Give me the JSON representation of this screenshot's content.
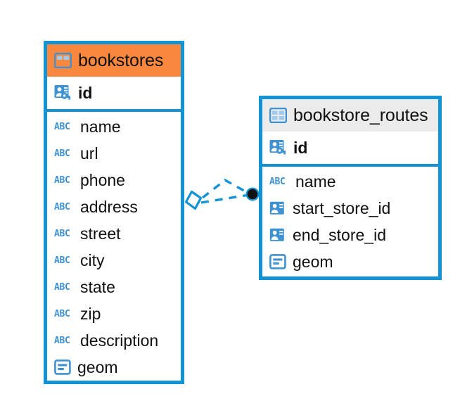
{
  "diagram": {
    "type": "entity-relationship-diagram",
    "background": "#ffffff",
    "accent_color": "#1393d4",
    "highlight_color": "#f9883e",
    "neutral_header_color": "#ebebeb"
  },
  "tables": [
    {
      "name": "bookstores",
      "header_style": "accent",
      "table_icon": "table-icon",
      "primary_keys": [
        {
          "label": "id",
          "icon": "primary-key-icon",
          "type": "pk"
        }
      ],
      "fields": [
        {
          "label": "name",
          "icon": "abc-text-icon",
          "type": "text"
        },
        {
          "label": "url",
          "icon": "abc-text-icon",
          "type": "text"
        },
        {
          "label": "phone",
          "icon": "abc-text-icon",
          "type": "text"
        },
        {
          "label": "address",
          "icon": "abc-text-icon",
          "type": "text"
        },
        {
          "label": "street",
          "icon": "abc-text-icon",
          "type": "text"
        },
        {
          "label": "city",
          "icon": "abc-text-icon",
          "type": "text"
        },
        {
          "label": "state",
          "icon": "abc-text-icon",
          "type": "text"
        },
        {
          "label": "zip",
          "icon": "abc-text-icon",
          "type": "text"
        },
        {
          "label": "description",
          "icon": "abc-text-icon",
          "type": "text"
        },
        {
          "label": "geom",
          "icon": "geometry-icon",
          "type": "geometry"
        }
      ]
    },
    {
      "name": "bookstore_routes",
      "header_style": "neutral",
      "table_icon": "table-icon",
      "primary_keys": [
        {
          "label": "id",
          "icon": "primary-key-icon",
          "type": "pk"
        }
      ],
      "fields": [
        {
          "label": "name",
          "icon": "abc-text-icon",
          "type": "text"
        },
        {
          "label": "start_store_id",
          "icon": "foreign-key-icon",
          "type": "fk"
        },
        {
          "label": "end_store_id",
          "icon": "foreign-key-icon",
          "type": "fk"
        },
        {
          "label": "geom",
          "icon": "geometry-icon",
          "type": "geometry"
        }
      ]
    }
  ],
  "relationship": {
    "source_table": "bookstores",
    "target_table": "bookstore_routes",
    "line_style": "dashed",
    "line_color": "#1393d4",
    "source_endpoint": "diamond-endpoint",
    "target_endpoint": "filled-circle-endpoint"
  }
}
